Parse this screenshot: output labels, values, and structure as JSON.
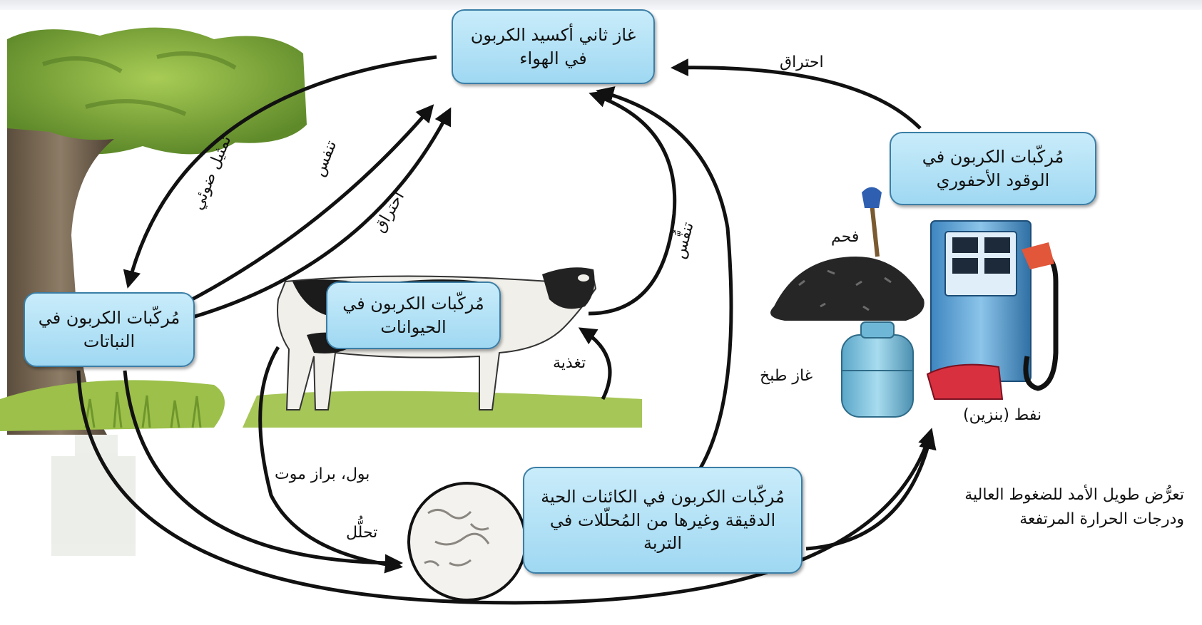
{
  "nodes": {
    "air_co2": "غاز ثاني أكسيد الكربون في الهواء",
    "plants": "مُركّبات الكربون في النباتات",
    "animals": "مُركّبات الكربون في الحيوانات",
    "fossil": "مُركّبات الكربون في الوقود الأحفوري",
    "soil": "مُركّبات الكربون في الكائنات الحية الدقيقة وغيرها من المُحلّلات في التربة"
  },
  "labels": {
    "photosynthesis": "تمثيل ضوئي",
    "respiration_plants": "تنفس",
    "combustion_plants": "احتراق",
    "respiration_animals": "تنفُّس",
    "combustion_fossil": "احتراق",
    "feeding": "تغذية",
    "waste_death": "بول، براز موت",
    "decomposition": "تحلُّل",
    "coal": "فحم",
    "cooking_gas": "غاز طبخ",
    "oil_gasoline": "نفط (بنزين)",
    "long_exposure": "تعرُّض طويل الأمد للضغوط العالية ودرجات الحرارة المرتفعة"
  },
  "colors": {
    "box_fill": "#aee0f5",
    "box_border": "#3b7ea6",
    "arrow": "#111111",
    "tree_leaves": "#7fa83a",
    "grass": "#9cc04a"
  }
}
